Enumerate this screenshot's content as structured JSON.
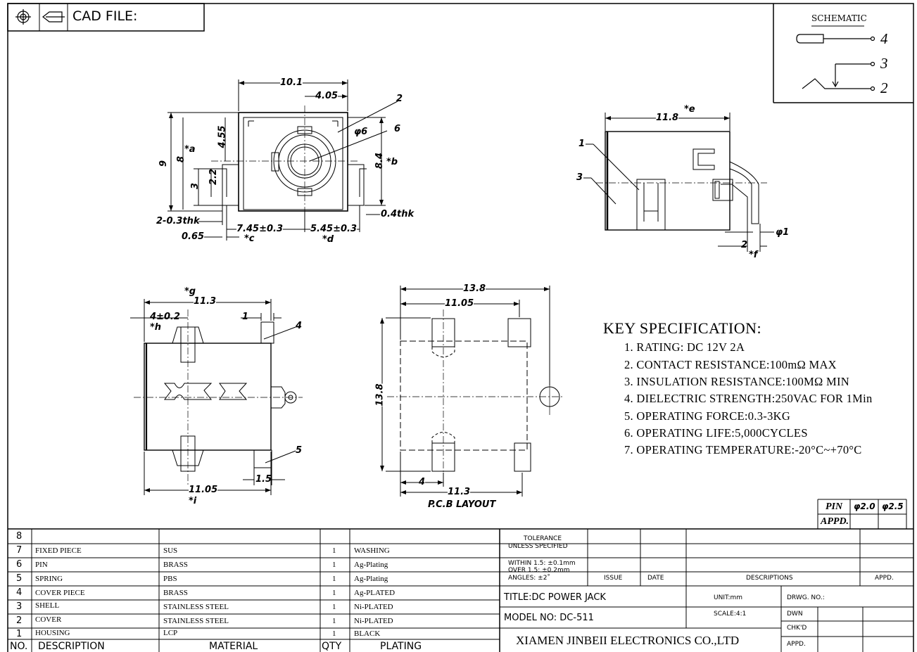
{
  "header": {
    "cad_label": "CAD FILE:",
    "projection_symbol": "third-angle-projection-icon"
  },
  "schematic": {
    "title": "SCHEMATIC",
    "pins": [
      "4",
      "3",
      "2"
    ]
  },
  "front_view": {
    "dims": {
      "width": "10.1",
      "offset": "4.05",
      "height": "9",
      "a": "8",
      "a_mark": "*a",
      "h455": "4.55",
      "h22": "2.2",
      "h3": "3",
      "b": "8.4",
      "b_mark": "*b",
      "thk1": "2-0.3thk",
      "thk2": "0.4thk",
      "d065": "0.65",
      "c": "7.45±0.3",
      "c_mark": "*c",
      "d": "5.45±0.3",
      "d_mark": "*d"
    },
    "callouts": {
      "c2": "2",
      "c6": "6",
      "phi6": "φ6"
    }
  },
  "side_view": {
    "dims": {
      "width": "11.8",
      "e_mark": "*e",
      "phi1": "φ1",
      "two": "2",
      "f_mark": "*f"
    },
    "callouts": {
      "c1": "1",
      "c3": "3"
    }
  },
  "bottom_view": {
    "dims": {
      "g_mark": "*g",
      "width_top": "11.3",
      "pin_off": "4±0.2",
      "h_mark": "*h",
      "one": "1",
      "one_five": "1.5",
      "width_bot": "11.05",
      "i_mark": "*i"
    },
    "callouts": {
      "c4": "4",
      "c5": "5"
    }
  },
  "pcb_layout": {
    "label": "P.C.B LAYOUT",
    "dims": {
      "w138": "13.8",
      "w1105": "11.05",
      "h138": "13.8",
      "four": "4",
      "w113": "11.3"
    }
  },
  "key_spec": {
    "title": "KEY SPECIFICATION:",
    "items": [
      "1. RATING: DC 12V  2A",
      "2. CONTACT RESISTANCE:100mΩ MAX",
      "3. INSULATION RESISTANCE:100MΩ MIN",
      "4. DIELECTRIC STRENGTH:250VAC FOR 1Min",
      "5. OPERATING FORCE:0.3-3KG",
      "6. OPERATING LIFE:5,000CYCLES",
      "7. OPERATING TEMPERATURE:-20°C~+70°C"
    ]
  },
  "pin_table": {
    "pin_label": "PIN",
    "d20": "φ2.0",
    "d25": "φ2.5",
    "appd": "APPD."
  },
  "bom": {
    "headers": {
      "no": "NO.",
      "description": "DESCRIPTION",
      "material": "MATERIAL",
      "qty": "QTY",
      "plating": "PLATING"
    },
    "rows": [
      {
        "no": "8",
        "description": "",
        "material": "",
        "qty": "",
        "plating": ""
      },
      {
        "no": "7",
        "description": "FIXED PIECE",
        "material": "SUS",
        "qty": "1",
        "plating": "WASHING"
      },
      {
        "no": "6",
        "description": "PIN",
        "material": "BRASS",
        "qty": "1",
        "plating": "Ag-Plating"
      },
      {
        "no": "5",
        "description": "SPRING",
        "material": "PBS",
        "qty": "1",
        "plating": "Ag-Plating"
      },
      {
        "no": "4",
        "description": "COVER PIECE",
        "material": "BRASS",
        "qty": "1",
        "plating": "Ag-PLATED"
      },
      {
        "no": "3",
        "description": "SHELL",
        "material": "STAINLESS STEEL",
        "qty": "1",
        "plating": "Ni-PLATED"
      },
      {
        "no": "2",
        "description": "COVER",
        "material": "STAINLESS STEEL",
        "qty": "1",
        "plating": "Ni-PLATED"
      },
      {
        "no": "1",
        "description": "HOUSING",
        "material": "LCP",
        "qty": "1",
        "plating": "BLACK"
      }
    ]
  },
  "title_block": {
    "tolerance_1": "TOLERANCE",
    "tolerance_2": "UNLESS SPECIFIED",
    "within": "WITHIN 1.5: ±0.1mm",
    "over": "OVER 1.5:  ±0.2mm",
    "angles": "ANGLES: ±2˚",
    "issue": "ISSUE",
    "date": "DATE",
    "descriptions": "DESCRIPTIONS",
    "appd_col": "APPD.",
    "title": "TITLE:DC POWER JACK",
    "unit": "UNIT:mm",
    "drwg": "DRWG. NO.:",
    "model": "MODEL NO: DC-511",
    "scale": "SCALE:4:1",
    "dwn": "DWN",
    "chkd": "CHK'D",
    "appd": "APPD.",
    "company": "XIAMEN JINBEII ELECTRONICS CO.,LTD"
  }
}
